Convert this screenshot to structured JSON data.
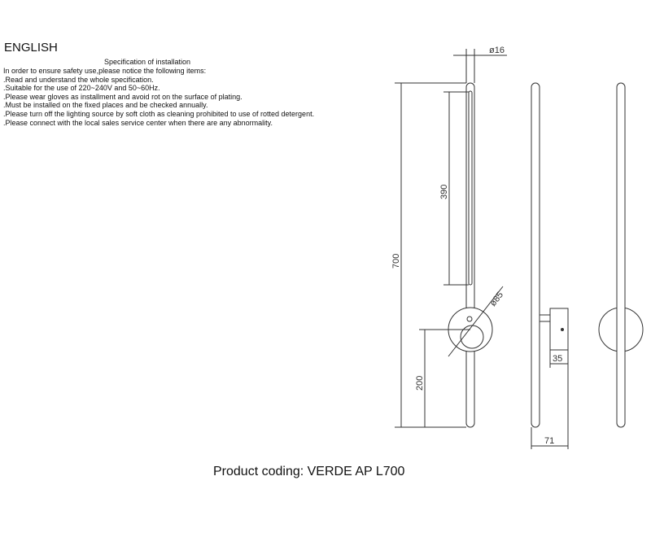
{
  "heading": "ENGLISH",
  "subtitle": "Specification of installation",
  "lines": [
    "In order to ensure safety use,please notice the following items:",
    ".Read and understand the whole specification.",
    ".Suitable for the use of 220~240V and 50~60Hz.",
    ".Please wear gloves as installment and avoid rot on the surface of plating.",
    ".Must be installed on the fixed places and be checked annually.",
    ".Please turn off the lighting source by soft cloth as cleaning prohibited to use of rotted detergent.",
    ".Please connect with the local sales service center when there are any abnormality."
  ],
  "product_coding": "Product coding: VERDE AP L700",
  "dimensions": {
    "d16": "ø16",
    "h700": "700",
    "h390": "390",
    "d85": "ø85",
    "h200": "200",
    "w35": "35",
    "w71": "71"
  }
}
